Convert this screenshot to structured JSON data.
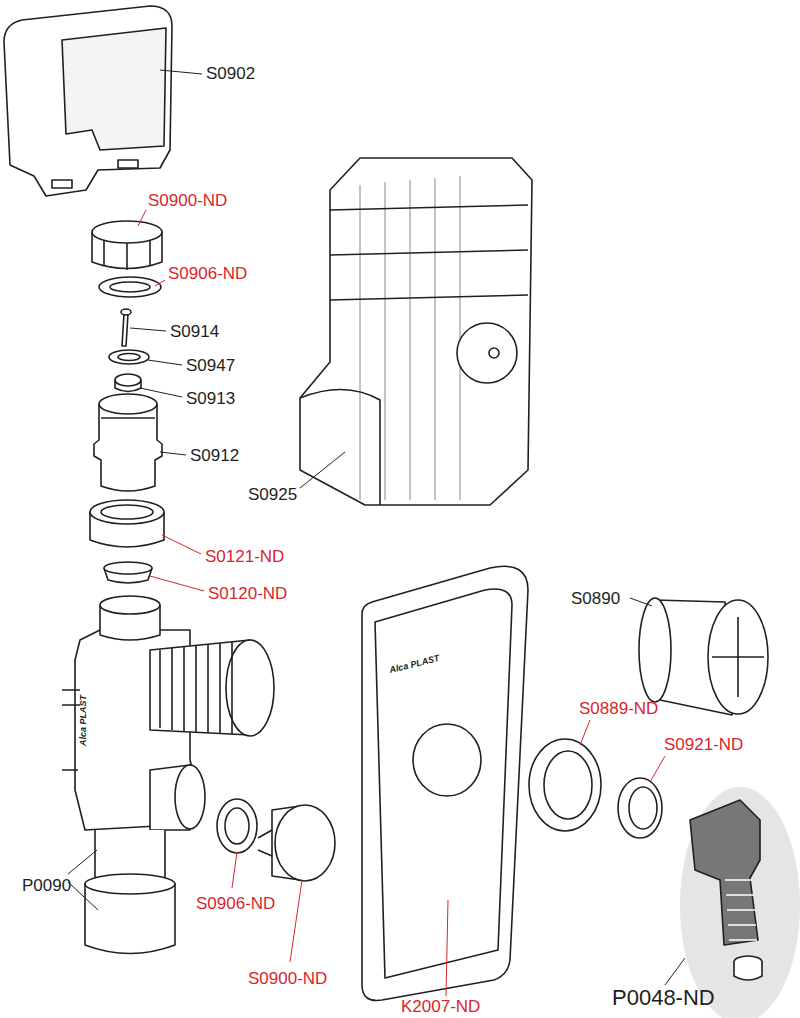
{
  "diagram": {
    "labels": [
      "S0902",
      "S0900-ND",
      "S0906-ND",
      "S0914",
      "S0947",
      "S0913",
      "S0912",
      "S0925",
      "S0121-ND",
      "S0120-ND",
      "S0890",
      "S0889-ND",
      "S0921-ND",
      "P0090",
      "S0906-ND",
      "S0900-ND",
      "K2007-ND",
      "P0048-ND",
      "Alca PLAST",
      "Alca PLAST"
    ]
  }
}
